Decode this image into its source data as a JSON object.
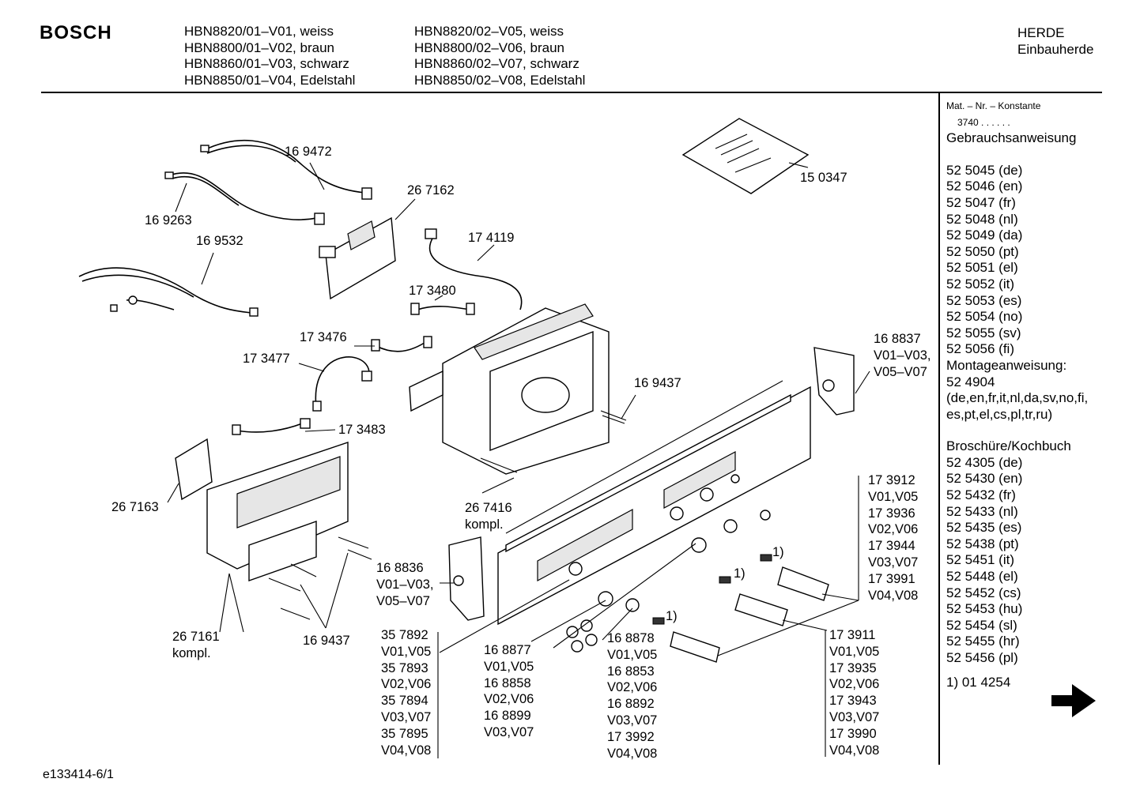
{
  "header": {
    "brand": "BOSCH",
    "models_left": [
      "HBN8820/01–V01, weiss",
      "HBN8800/01–V02, braun",
      "HBN8860/01–V03, schwarz",
      "HBN8850/01–V04, Edelstahl"
    ],
    "models_right": [
      "HBN8820/02–V05, weiss",
      "HBN8800/02–V06, braun",
      "HBN8860/02–V07, schwarz",
      "HBN8850/02–V08, Edelstahl"
    ],
    "category": [
      "HERDE",
      "Einbauherde"
    ]
  },
  "sidebar": {
    "mat_label": "Mat. – Nr. – Konstante",
    "mat_value": "3740 . . . . . .",
    "manual_title": "Gebrauchsanweisung",
    "manual_items": [
      "52 5045 (de)",
      "52 5046 (en)",
      "52 5047 (fr)",
      "52 5048 (nl)",
      "52 5049 (da)",
      "52 5050 (pt)",
      "52 5051 (el)",
      "52 5052 (it)",
      "52 5053 (es)",
      "52 5054 (no)",
      "52 5055 (sv)",
      "52 5056 (fi)"
    ],
    "mounting_title": "Montageanweisung:",
    "mounting_items": [
      "52 4904",
      "(de,en,fr,it,nl,da,sv,no,fi,",
      "es,pt,el,cs,pl,tr,ru)"
    ],
    "brochure_title": "Broschüre/Kochbuch",
    "brochure_items": [
      "52 4305 (de)",
      "52 5430 (en)",
      "52 5432 (fr)",
      "52 5433 (nl)",
      "52 5435 (es)",
      "52 5438 (pt)",
      "52 5451 (it)",
      "52 5448 (el)",
      "52 5452 (cs)",
      "52 5453 (hu)",
      "52 5454 (sl)",
      "52 5455 (hr)",
      "52 5456 (pl)"
    ],
    "footnote": "1) 01 4254",
    "next_icon": "arrow-right-icon"
  },
  "labels": {
    "l169472": "16 9472",
    "l169263": "16 9263",
    "l267162": "26 7162",
    "l169532": "16 9532",
    "l174119": "17 4119",
    "l150347": "15 0347",
    "l173480": "17 3480",
    "l173476": "17 3476",
    "l173477": "17 3477",
    "l168837": [
      "16 8837",
      "V01–V03,",
      "V05–V07"
    ],
    "l169437a": "16 9437",
    "l173483": "17 3483",
    "l267163": "26 7163",
    "l267416": [
      "26 7416",
      "kompl."
    ],
    "l168836": [
      "16 8836",
      "V01–V03,",
      "V05–V07"
    ],
    "l267161": [
      "26 7161",
      "kompl."
    ],
    "l169437b": "16 9437",
    "col357892": [
      "35 7892",
      "V01,V05",
      "35 7893",
      "V02,V06",
      "35 7894",
      "V03,V07",
      "35 7895",
      "V04,V08"
    ],
    "col168877": [
      "16 8877",
      "V01,V05",
      "16 8858",
      "V02,V06",
      "16 8899",
      "V03,V07"
    ],
    "col168878": [
      "16 8878",
      "V01,V05",
      "16 8853",
      "V02,V06",
      "16 8892",
      "V03,V07",
      "17 3992",
      "V04,V08"
    ],
    "col173911": [
      "17 3911",
      "V01,V05",
      "17 3935",
      "V02,V06",
      "17 3943",
      "V03,V07",
      "17 3990",
      "V04,V08"
    ],
    "col173912": [
      "17 3912",
      "V01,V05",
      "17 3936",
      "V02,V06",
      "17 3944",
      "V03,V07",
      "17 3991",
      "V04,V08"
    ],
    "foot1": "1)"
  },
  "footer": {
    "drawing_id": "e133414-6/1"
  }
}
